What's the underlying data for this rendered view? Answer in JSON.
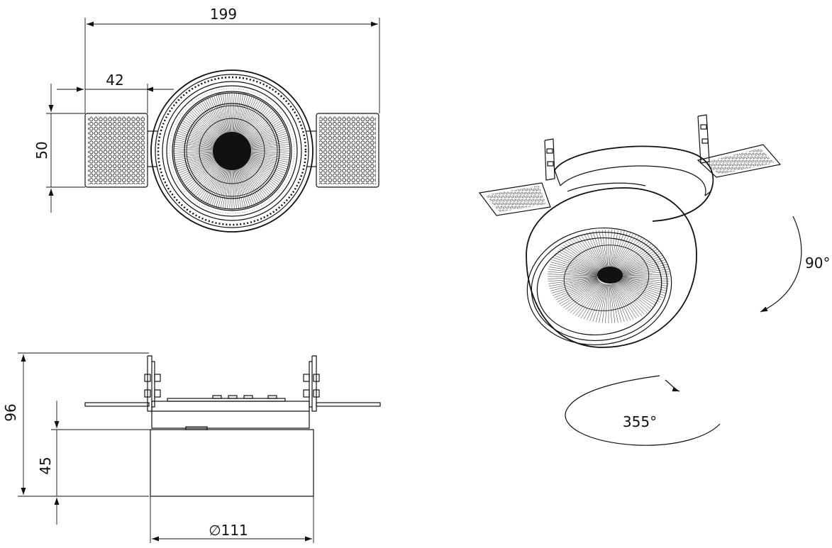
{
  "dimensions": {
    "overall_width": "199",
    "bracket_width": "42",
    "bracket_height": "50",
    "total_height": "96",
    "body_height": "45",
    "diameter": "∅111"
  },
  "rotation": {
    "tilt": "90°",
    "pan": "355°"
  },
  "colors": {
    "line": "#111111",
    "background": "#ffffff"
  }
}
